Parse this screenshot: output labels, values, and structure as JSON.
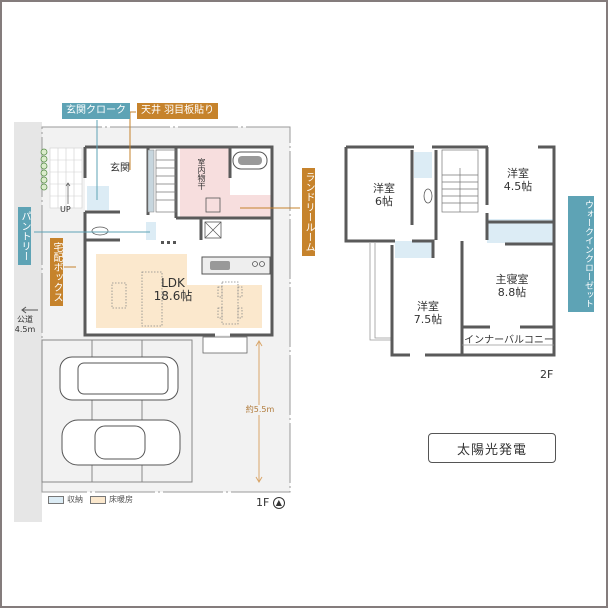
{
  "colors": {
    "wall": "#5a5a5a",
    "storage_fill": "#dcecf5",
    "floor_heating_fill": "#fbe8cd",
    "laundry_fill": "#f7dede",
    "label_blue": "#5ea3b5",
    "label_orange": "#c6832c",
    "dimension_line": "#d9a66a",
    "frame_border": "#847c7c"
  },
  "floor1": {
    "label": "1F",
    "callouts": {
      "entrance_cloak": "玄関クローク",
      "ceiling": "天井 羽目板貼り",
      "pantry": "パントリー",
      "delivery_box": "宅配ボックス",
      "laundry_room": "ランドリールーム"
    },
    "rooms": {
      "entrance": "玄関",
      "indoor_drying": "室内物干",
      "ldk": "LDK\n18.6帖"
    },
    "approach_up": "UP",
    "road": "公道\n4.5m",
    "dimension": "約5.5m",
    "legend": [
      {
        "label": "収納",
        "color": "#dcecf5"
      },
      {
        "label": "床暖房",
        "color": "#fbe8cd"
      }
    ]
  },
  "floor2": {
    "label": "2F",
    "callouts": {
      "walk_in_closet": "ウォークインクローゼット"
    },
    "rooms": {
      "western_6": "洋室\n6帖",
      "western_45": "洋室\n4.5帖",
      "master": "主寝室\n8.8帖",
      "western_75": "洋室\n7.5帖",
      "inner_balcony": "インナーバルコニー"
    }
  },
  "solar_label": "太陽光発電"
}
